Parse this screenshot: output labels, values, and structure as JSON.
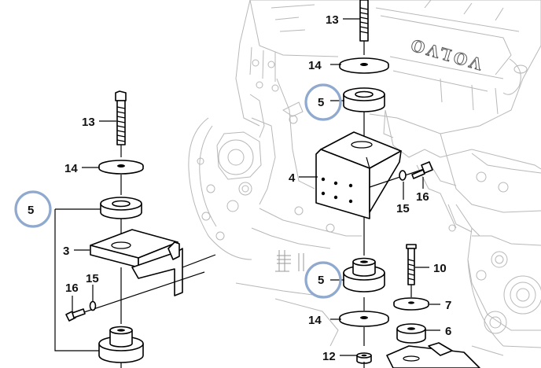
{
  "logo_text": "VOLVO",
  "callouts": {
    "top_bolt": "13",
    "top_washer": "14",
    "top_cushion": "5",
    "bracket_right": "4",
    "bolt_side": "16",
    "washer_side": "15",
    "lower_cushion": "5",
    "lower_washer": "14",
    "nut_bottom": "12",
    "bolt_right": "10",
    "washer_right": "7",
    "cushion_right": "6",
    "left_bolt": "13",
    "left_washer": "14",
    "left_cushion": "5",
    "left_bracket": "3",
    "left_bolt_side": "16",
    "left_washer_side": "15"
  },
  "colors": {
    "highlight": "#8fa9cf",
    "engine_line": "#b8b8b8",
    "part_line": "#000000"
  }
}
